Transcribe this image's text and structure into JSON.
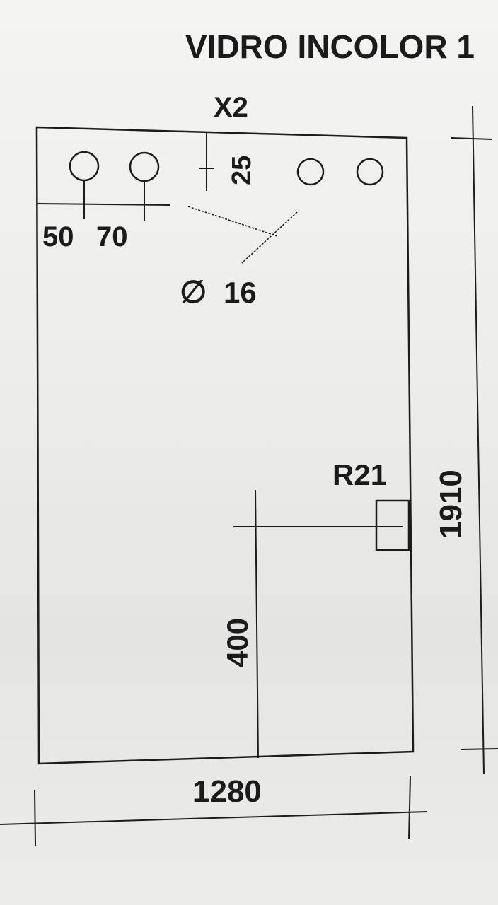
{
  "drawing": {
    "title": "VIDRO INCOLOR 1",
    "quantity": "X2",
    "dimensions": {
      "width": "1280",
      "height": "1910",
      "cutout_height": "400",
      "cutout_radius": "R21",
      "hole_edge_offset": "25",
      "hole_spacing_a": "50",
      "hole_spacing_b": "70",
      "hole_diameter": "16"
    },
    "hole_diameter_symbol": "∅"
  }
}
